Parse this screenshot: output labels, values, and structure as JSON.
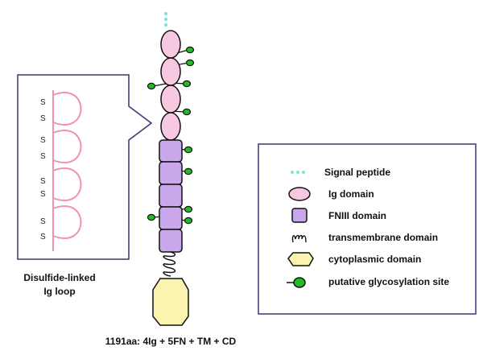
{
  "colors": {
    "ig_fill": "#f7c8df",
    "fn_fill": "#c9a7ea",
    "cyto_fill": "#fbf3b0",
    "glyco_fill": "#22bb22",
    "signal": "#7fe3d4",
    "loop": "#f090b8",
    "frame": "#3a3470"
  },
  "legend": {
    "items": [
      {
        "icon": "signal-peptide-icon",
        "label": "Signal peptide"
      },
      {
        "icon": "ig-domain-icon",
        "label": "Ig domain"
      },
      {
        "icon": "fniii-domain-icon",
        "label": "FNIII domain"
      },
      {
        "icon": "transmembrane-icon",
        "label": "transmembrane domain"
      },
      {
        "icon": "cytoplasmic-icon",
        "label": "cytoplasmic domain"
      },
      {
        "icon": "glycosylation-icon",
        "label": "putative glycosylation site"
      }
    ]
  },
  "inset": {
    "caption_line1": "Disulfide-linked",
    "caption_line2": "Ig loop",
    "bond_label": "S"
  },
  "footer": {
    "summary": "1191aa: 4Ig + 5FN + TM + CD"
  }
}
